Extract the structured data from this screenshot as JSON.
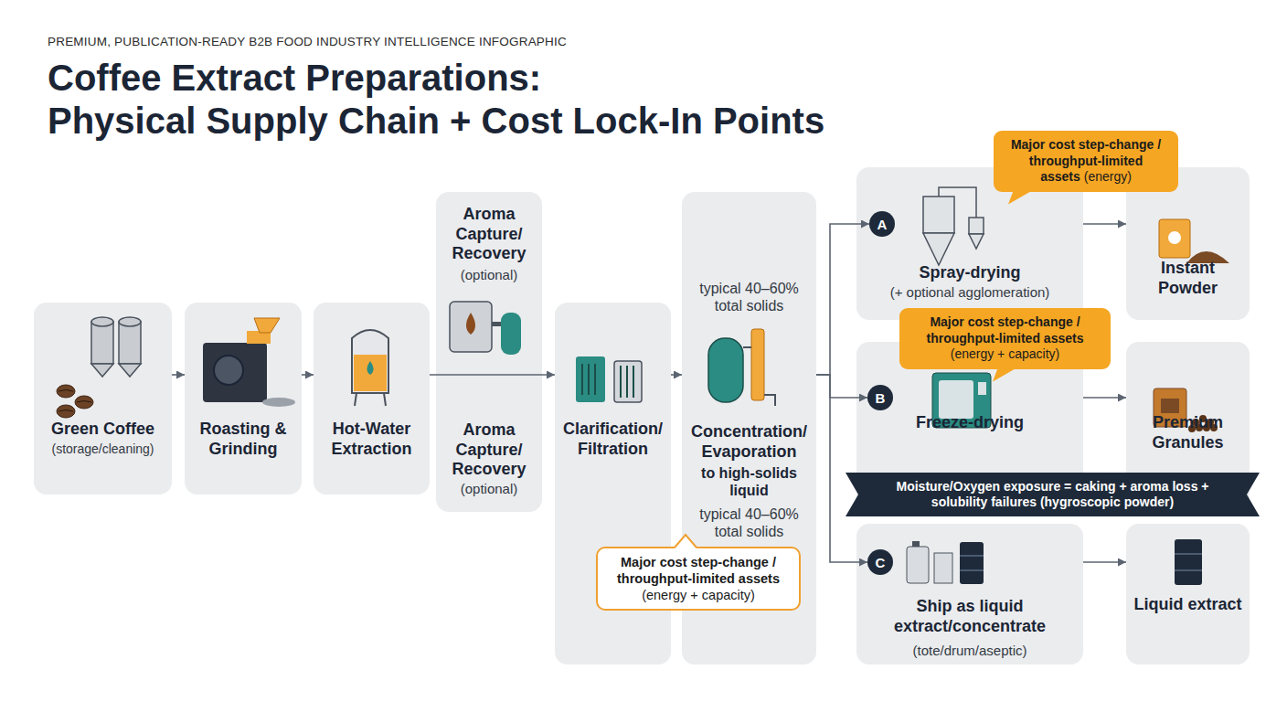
{
  "diagram": {
    "title": "Coffee Extract Preparations: Physical Supply Chain + Cost Lock-In Points",
    "nodes": [
      {
        "text": [
          "Green Coffee",
          "(storage/cleaning)"
        ]
      },
      {
        "text": [
          "Roasting & Grinding"
        ]
      },
      {
        "text": [
          "Hot-Water Extraction"
        ]
      },
      {
        "text": [
          "Aroma Capture/ Recovery",
          "(optional)",
          "Aroma Capture/ Recovery",
          "(optional)"
        ]
      },
      {
        "text": [
          "Clarification/ Filtration"
        ]
      },
      {
        "text": [
          "typical 40–60% total solids",
          "Concentration/ Evaporation",
          "to high-solids liquid",
          "typical 40–60% total solids"
        ]
      },
      {
        "text": [
          "Major cost step-change / throughput-limited assets",
          "(energy + capacity)"
        ]
      },
      {
        "text": [
          "Major cost step-change / throughput-limited assets",
          "(energy)"
        ]
      },
      {
        "text": [
          "Spray-drying",
          "(+ optional agglomeration)"
        ]
      },
      {
        "text": [
          "A"
        ],
        "in": 8
      },
      {
        "text": [
          "Instant Powder"
        ]
      },
      {
        "text": [
          "Major cost step-change / throughput-limited assets",
          "(energy + capacity)"
        ]
      },
      {
        "text": [
          "Freeze-drying"
        ]
      },
      {
        "text": [
          "B"
        ],
        "in": 12
      },
      {
        "text": [
          "Premium Granules"
        ]
      },
      {
        "text": [
          "Moisture/Oxygen exposure = caking + aroma loss + solubility failures (hygroscopic powder)"
        ]
      },
      {
        "text": [
          "Ship as liquid extract/concentrate",
          "(tote/drum/aseptic)"
        ]
      },
      {
        "text": [
          "C"
        ],
        "in": 16
      },
      {
        "text": [
          "Liquid extract"
        ]
      }
    ],
    "edges": [
      {
        "from": 0,
        "to": 1,
        "arrow": "to"
      },
      {
        "from": 1,
        "to": 2,
        "arrow": "to"
      },
      {
        "from": 2,
        "to": 4,
        "arrow": "to"
      },
      {
        "from": 4,
        "to": 5,
        "arrow": "to"
      },
      {
        "from": 5,
        "to": 9,
        "arrow": "to"
      },
      {
        "from": 5,
        "to": 13,
        "arrow": "to"
      },
      {
        "from": 5,
        "to": 17,
        "arrow": "to"
      },
      {
        "from": 8,
        "to": 10,
        "arrow": "to"
      },
      {
        "from": 12,
        "to": 14,
        "arrow": "to"
      },
      {
        "from": 16,
        "to": 18,
        "arrow": "to"
      }
    ],
    "labels": [
      "PREMIUM, PUBLICATION-READY B2B FOOD INDUSTRY INTELLIGENCE INFOGRAPHIC"
    ]
  }
}
